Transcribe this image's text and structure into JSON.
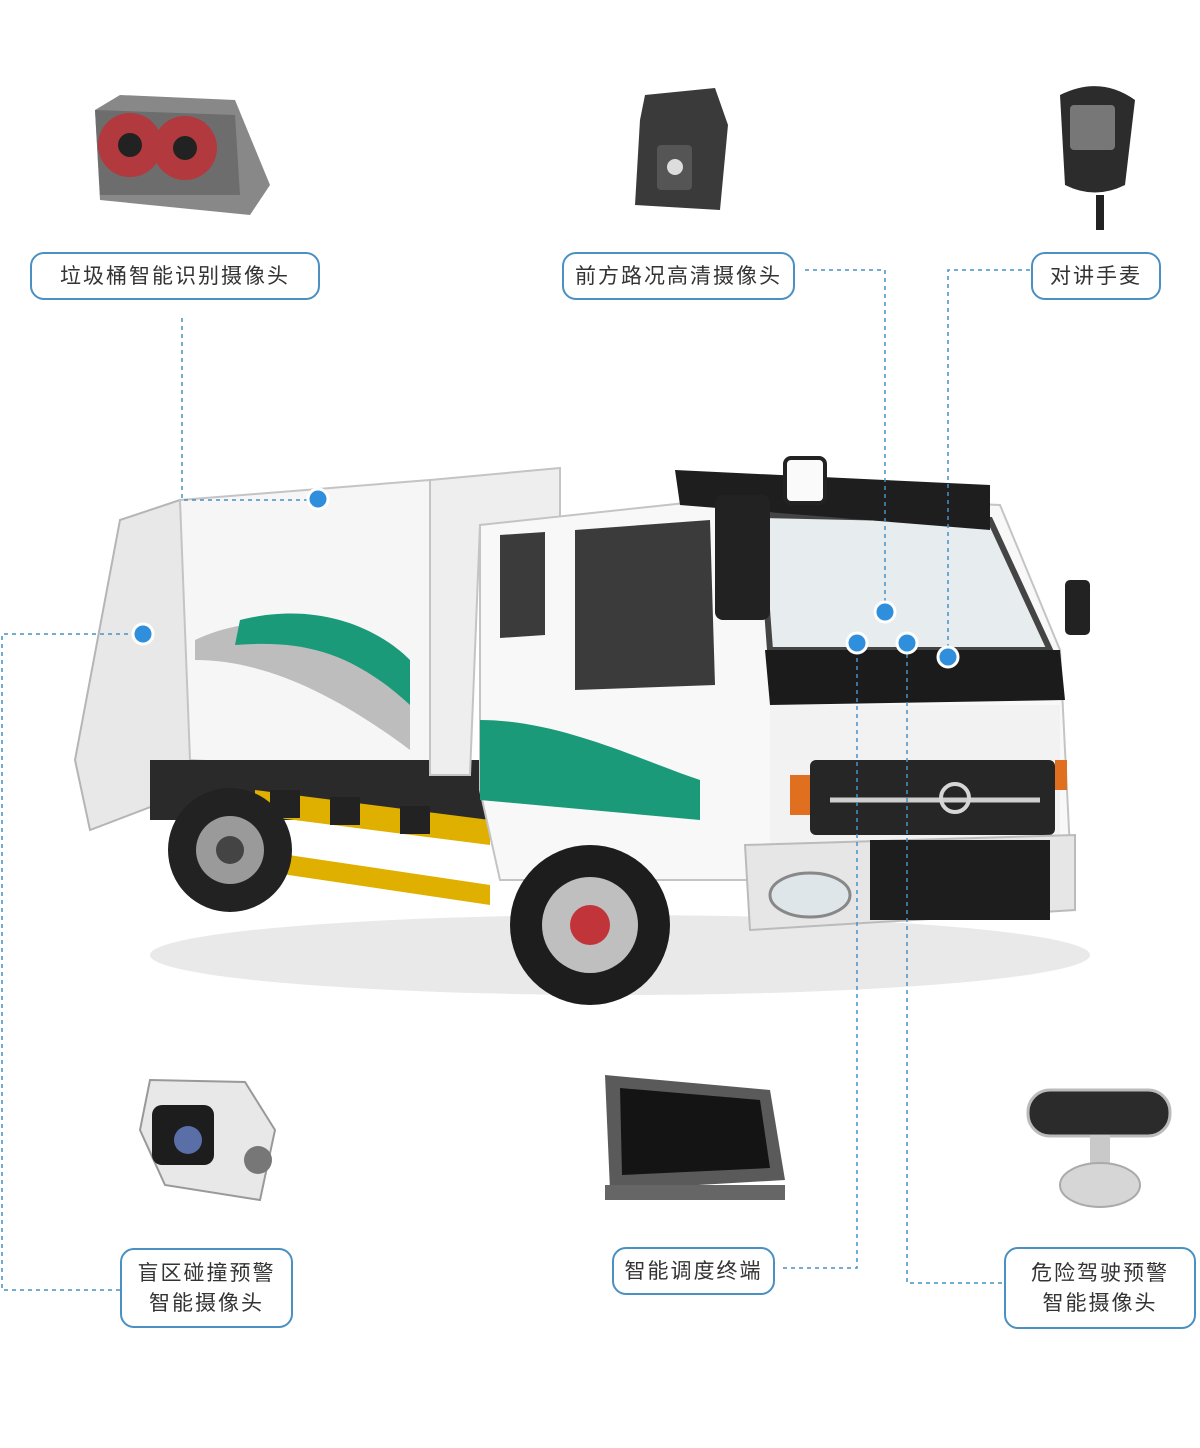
{
  "colors": {
    "accent": "#4a90c2",
    "dot": "#2f8fdc",
    "truck_green": "#1a9a78"
  },
  "labels": {
    "bin_camera": "垃圾桶智能识别摄像头",
    "front_camera": "前方路况高清摄像头",
    "mic": "对讲手麦",
    "blindspot_line1": "盲区碰撞预警",
    "blindspot_line2": "智能摄像头",
    "terminal": "智能调度终端",
    "driving_line1": "危险驾驶预警",
    "driving_line2": "智能摄像头"
  },
  "icons": [
    "bin-camera-device",
    "front-camera-device",
    "handheld-mic-device",
    "blindspot-camera-device",
    "dispatch-terminal-device",
    "driver-monitor-camera-device",
    "garbage-truck"
  ]
}
